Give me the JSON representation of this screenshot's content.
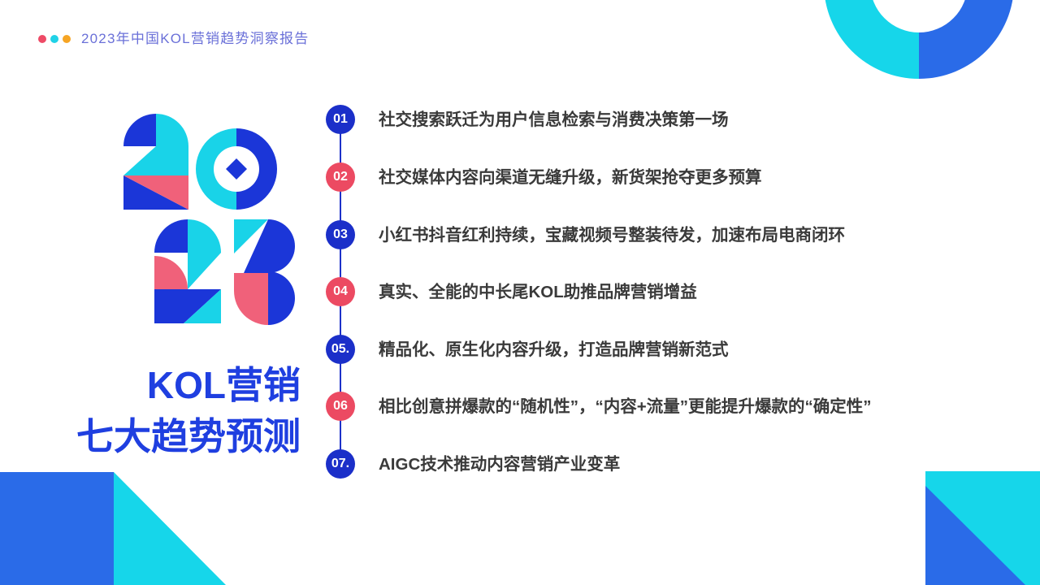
{
  "header": {
    "dots": [
      "#ee4a66",
      "#20d2e7",
      "#f6a524"
    ],
    "title": "2023年中国KOL营销趋势洞察报告"
  },
  "hero": {
    "year_graphic": "2023",
    "title_line1": "KOL营销",
    "title_line2": "七大趋势预测"
  },
  "colors": {
    "graphic_blue": "#1b36d8",
    "graphic_cyan": "#19d3e8",
    "graphic_pink": "#f0617a",
    "accent_blue": "#2a6be8",
    "accent_cyan": "#16d6ea",
    "title_blue": "#1f3fe0",
    "header_text": "#6a70d8",
    "body_text": "#3a3a3a",
    "timeline_line": "#1d31c9"
  },
  "trends": [
    {
      "number": "01",
      "text": "社交搜索跃迁为用户信息检索与消费决策第一场",
      "badge_color": "#1b2fc9"
    },
    {
      "number": "02",
      "text": "社交媒体内容向渠道无缝升级，新货架抢夺更多预算",
      "badge_color": "#ec4a62"
    },
    {
      "number": "03",
      "text": "小红书抖音红利持续，宝藏视频号整装待发，加速布局电商闭环",
      "badge_color": "#1b2fc9"
    },
    {
      "number": "04",
      "text": "真实、全能的中长尾KOL助推品牌营销增益",
      "badge_color": "#ec4a62"
    },
    {
      "number": "05.",
      "text": "精品化、原生化内容升级，打造品牌营销新范式",
      "badge_color": "#1b2fc9"
    },
    {
      "number": "06",
      "text": "相比创意拼爆款的“随机性”，“内容+流量”更能提升爆款的“确定性”",
      "badge_color": "#ec4a62"
    },
    {
      "number": "07.",
      "text": "AIGC技术推动内容营销产业变革",
      "badge_color": "#1b2fc9"
    }
  ]
}
